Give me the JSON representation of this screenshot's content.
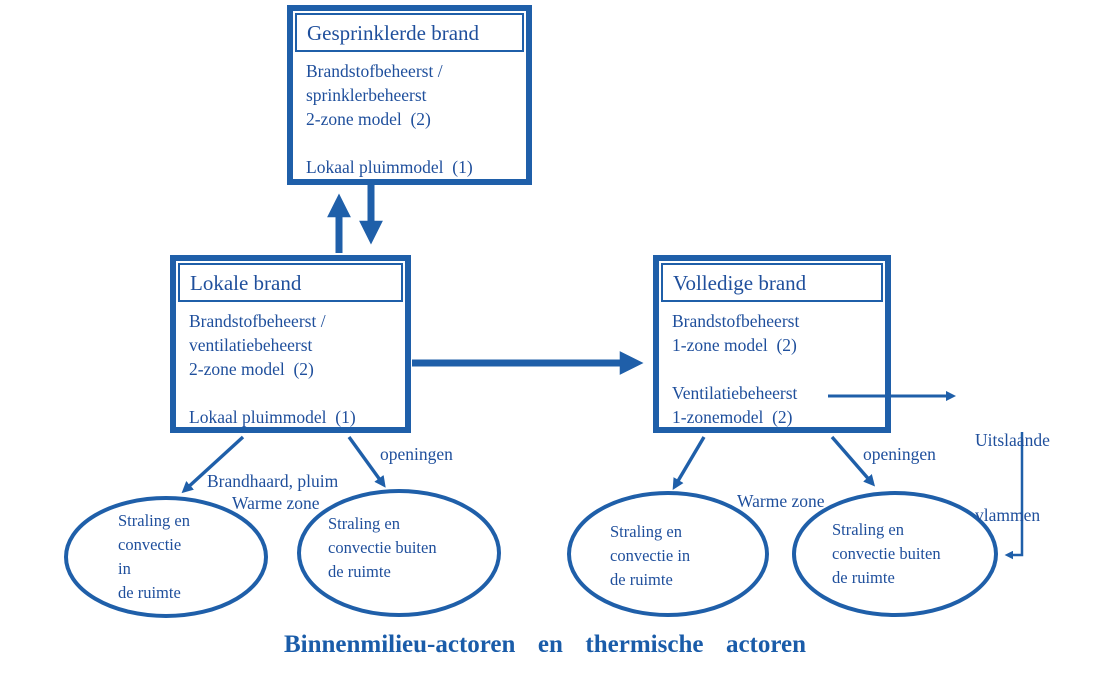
{
  "colors": {
    "diagram_blue": "#1f5fa9",
    "text_blue": "#1f4f9c"
  },
  "boxes": {
    "sprinklered": {
      "title": "Gesprinklerde brand",
      "lines": [
        "Brandstofbeheerst /",
        "sprinklerbeheerst",
        "2-zone model  (2)",
        "",
        "Lokaal pluimmodel  (1)"
      ]
    },
    "local": {
      "title": "Lokale brand",
      "lines": [
        "Brandstofbeheerst /",
        "ventilatiebeheerst",
        "2-zone model  (2)",
        "",
        "Lokaal pluimmodel  (1)"
      ]
    },
    "full": {
      "title": "Volledige brand",
      "lines": [
        "Brandstofbeheerst",
        "1-zone model  (2)",
        "",
        "Ventilatiebeheerst",
        "1-zonemodel  (2)"
      ]
    }
  },
  "labels": {
    "brandhaard_pluim": "Brandhaard, pluim",
    "warme_zone_left": "Warme zone",
    "openingen_left": "openingen",
    "warme_zone_right": "Warme zone",
    "openingen_right": "openingen",
    "uitslaande": {
      "line1": "Uitslaande",
      "line2": "vlammen"
    }
  },
  "ellipses": {
    "e1": {
      "lines": [
        "Straling en",
        "convectie",
        "in",
        "de ruimte"
      ]
    },
    "e2": {
      "lines": [
        "Straling en",
        "convectie buiten",
        "de ruimte"
      ]
    },
    "e3": {
      "lines": [
        "Straling en",
        "convectie in",
        "de ruimte"
      ]
    },
    "e4": {
      "lines": [
        "Straling en",
        "convectie buiten",
        "de ruimte"
      ]
    }
  },
  "caption": "Binnenmilieu-actoren  en  thermische  actoren"
}
